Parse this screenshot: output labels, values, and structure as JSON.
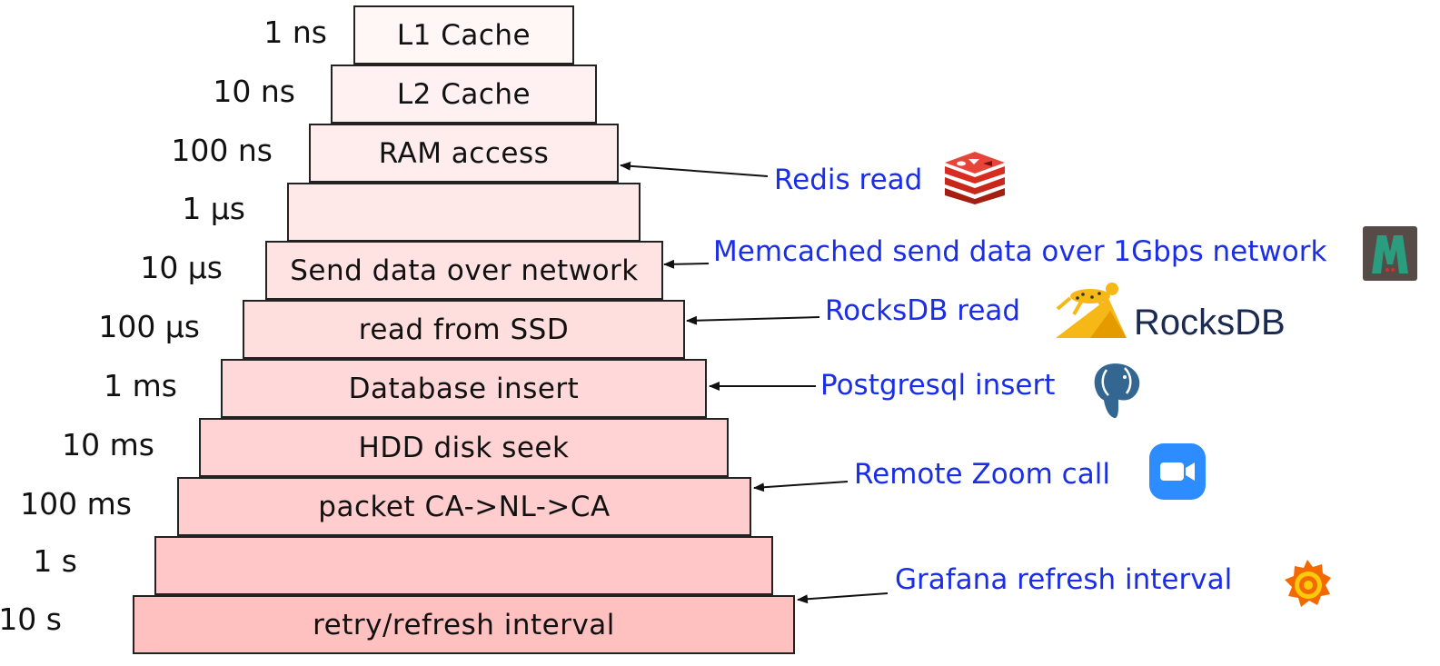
{
  "pyramid": [
    {
      "latency": "1 ns",
      "label": "L1 Cache",
      "color": "#fff6f6"
    },
    {
      "latency": "10 ns",
      "label": "L2 Cache",
      "color": "#fff1f1"
    },
    {
      "latency": "100 ns",
      "label": "RAM access",
      "color": "#ffeded"
    },
    {
      "latency": "1 µs",
      "label": "",
      "color": "#ffe8e8"
    },
    {
      "latency": "10 µs",
      "label": "Send data over network",
      "color": "#ffe3e3"
    },
    {
      "latency": "100 µs",
      "label": "read from SSD",
      "color": "#ffdede"
    },
    {
      "latency": "1 ms",
      "label": "Database insert",
      "color": "#ffd9d9"
    },
    {
      "latency": "10 ms",
      "label": "HDD disk seek",
      "color": "#ffd3d3"
    },
    {
      "latency": "100 ms",
      "label": "packet CA->NL->CA",
      "color": "#ffcdcd"
    },
    {
      "latency": "1 s",
      "label": "",
      "color": "#ffc7c7"
    },
    {
      "latency": "10 s",
      "label": "retry/refresh interval",
      "color": "#ffc0c0"
    }
  ],
  "annotations": [
    {
      "text": "Redis read",
      "icon": "redis-icon"
    },
    {
      "text": "Memcached send data over 1Gbps network",
      "icon": "memcached-icon"
    },
    {
      "text": "RocksDB read",
      "icon": "rocksdb-icon",
      "brand": "RocksDB"
    },
    {
      "text": "Postgresql insert",
      "icon": "postgresql-icon"
    },
    {
      "text": "Remote Zoom call",
      "icon": "zoom-icon"
    },
    {
      "text": "Grafana refresh interval",
      "icon": "grafana-icon"
    }
  ],
  "colors": {
    "annotation": "#1a2ee8",
    "border": "#222222",
    "redis": "#d82c20",
    "memcached": "#2a9d7f",
    "zoom": "#2d8cff",
    "grafana": "#f46800",
    "rocks": "#f6b816",
    "postgres": "#336791"
  }
}
